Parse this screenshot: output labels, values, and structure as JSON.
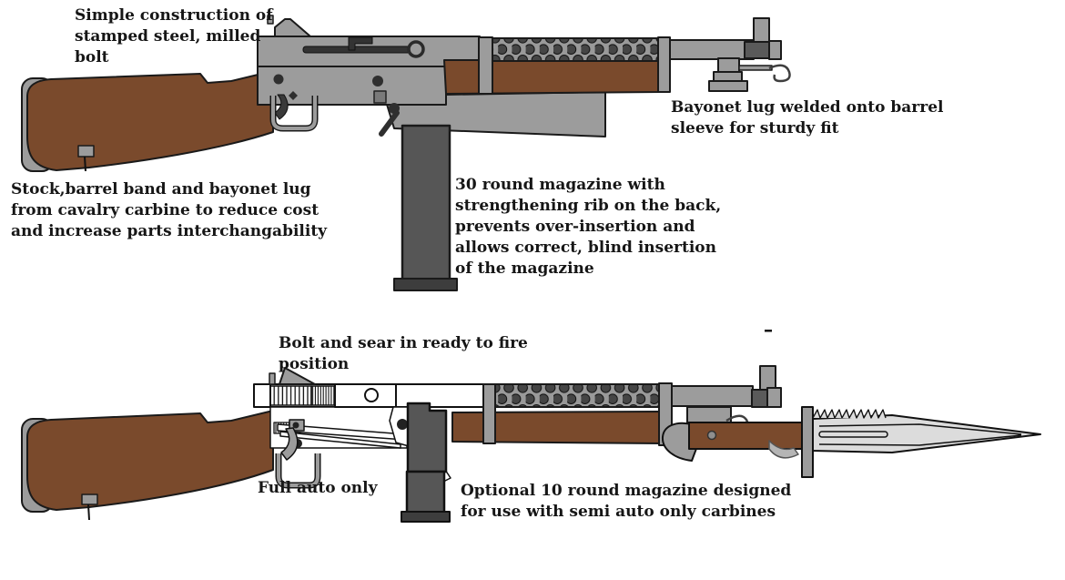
{
  "annotations": {
    "construction": {
      "text": "Simple construction of\nstamped steel, milled\nbolt"
    },
    "bayonet_lug": {
      "text": "Bayonet lug welded onto barrel\nsleeve for sturdy fit"
    },
    "stock_parts": {
      "text": "Stock,barrel band and bayonet lug\nfrom cavalry carbine to reduce cost\nand increase parts interchangability"
    },
    "magazine_30": {
      "text": "30 round magazine with\nstrengthening rib on the back,\nprevents over-insertion and\nallows correct, blind insertion\nof the magazine"
    },
    "bolt_sear": {
      "text": "Bolt and sear in ready to fire\nposition"
    },
    "full_auto": {
      "text": "Full auto only"
    },
    "magazine_10": {
      "text": "Optional 10 round magazine designed\nfor use with semi auto only carbines"
    }
  },
  "figures": {
    "upper": "Carbine with 30 round magazine and bare muzzle",
    "lower": "Cutaway carbine with 10 round magazine and bayonet fixed"
  },
  "colors": {
    "background": "#ffffff",
    "wood": "#7a4a2c",
    "metal_gray": "#9c9c9c",
    "metal_dark": "#5a5a5a",
    "magazine_gray": "#565656",
    "baseplate_gray": "#3d3d3d",
    "hole_dark": "#454545",
    "slot_dark": "#333333",
    "blade_steel": "#dcdcdc",
    "outline": "#1a1a1a",
    "text": "#161616",
    "cutaway_white": "#ffffff"
  }
}
